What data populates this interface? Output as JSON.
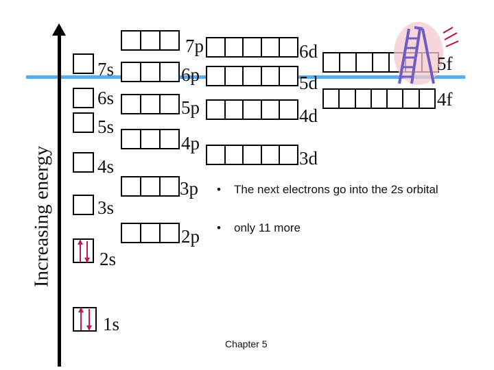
{
  "axis": {
    "label": "Increasing energy"
  },
  "levels": {
    "s": [
      {
        "label": "7s",
        "electrons": "none"
      },
      {
        "label": "6s",
        "electrons": "none"
      },
      {
        "label": "5s",
        "electrons": "none"
      },
      {
        "label": "4s",
        "electrons": "none"
      },
      {
        "label": "3s",
        "electrons": "none"
      },
      {
        "label": "2s",
        "electrons": "paired"
      },
      {
        "label": "1s",
        "electrons": "paired"
      }
    ],
    "p": [
      "7p",
      "6p",
      "5p",
      "4p",
      "3p",
      "2p"
    ],
    "d": [
      "6d",
      "5d",
      "4d",
      "3d"
    ],
    "f": [
      "5f",
      "4f"
    ]
  },
  "bullets": [
    "The next electrons go into the 2s orbital",
    "only 11 more"
  ],
  "footer": "Chapter 5",
  "colors": {
    "line": "#55aef3",
    "electron_arrow": "#c2185b",
    "ladder": "#6f5dc7",
    "flash": "#cc0033"
  }
}
